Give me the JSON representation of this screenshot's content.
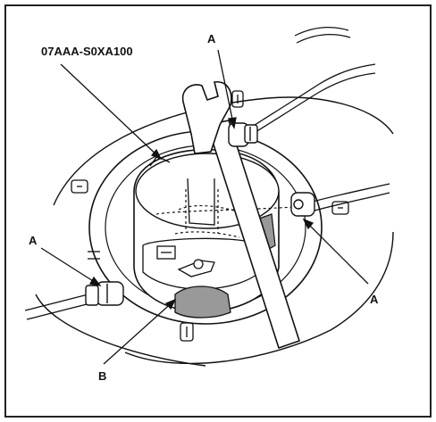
{
  "labels": {
    "tool_part_number": "07AAA-S0XA100",
    "callout_a": "A",
    "callout_b": "B"
  },
  "colors": {
    "ink": "#111111",
    "paper": "#ffffff",
    "frame": "#222222"
  }
}
